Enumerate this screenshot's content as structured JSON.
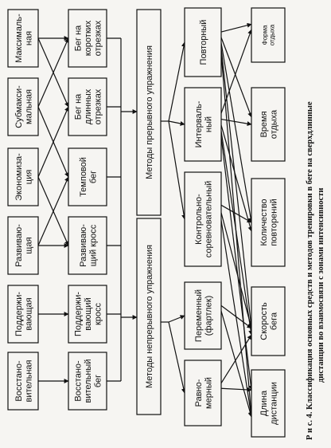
{
  "zones": [
    "Максималь-|ная",
    "Субмакси-|мальная",
    "Экономиза-|ция",
    "Развиваю-|щая",
    "Поддержи-|вающая",
    "Восстано-|вительная"
  ],
  "means": [
    "Бег на|коротких|отрезках",
    "Бег на|длинных|отрезках",
    "Темповой|бег",
    "Развиваю-|щий кросс",
    "Поддержи-|вающий|кросс",
    "Восстано-|вительный|бег"
  ],
  "method_groups": [
    "Методы прерывного упражнения",
    "Методы непрерывного упражнения"
  ],
  "methods": [
    "Повторный",
    "Интерваль-|ный",
    "Контрольно-|соревновательный",
    "Переменный|(фартлек)",
    "Равно-|мерный"
  ],
  "parameters": [
    "Форма|отдыха",
    "Время|отдыха",
    "Количество|повторений",
    "Скорость|бега",
    "Длина|дистанции"
  ],
  "caption": {
    "line1": "Р и с. 4.  Классификация основных средств и методов тренировки в беге на сверхдлинные",
    "line2": "дистанции во взаимосвязи с зонами интенсивности"
  }
}
